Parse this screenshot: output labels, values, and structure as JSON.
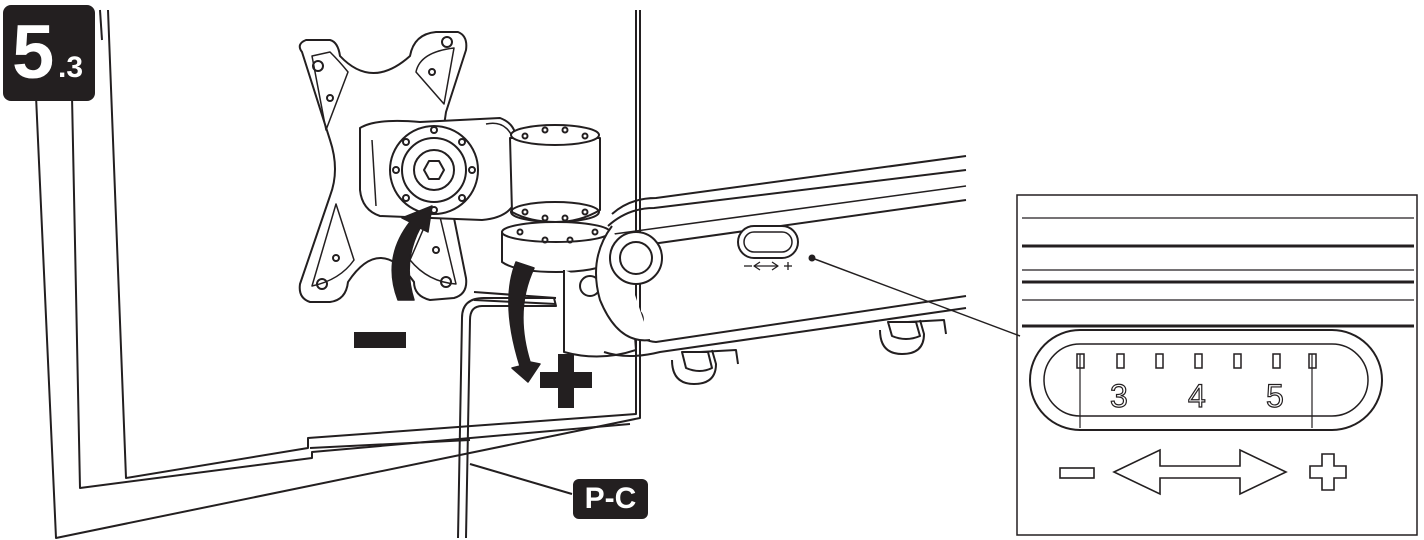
{
  "step": {
    "main": "5",
    "sub": ".3"
  },
  "part_label": "P-C",
  "scale": {
    "numbers": [
      "3",
      "4",
      "5"
    ]
  },
  "colors": {
    "ink": "#231f20",
    "background": "#ffffff"
  },
  "icons": {
    "minus": "minus-icon",
    "plus": "plus-icon",
    "arrow": "double-arrow-icon",
    "rotate": "curved-arrow-icon"
  }
}
